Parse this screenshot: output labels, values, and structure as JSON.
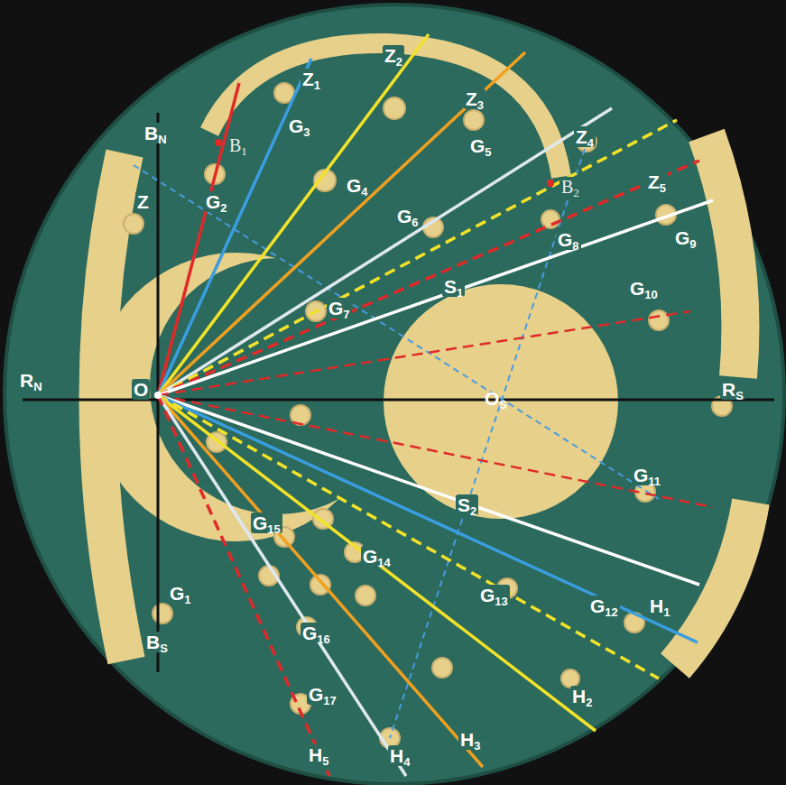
{
  "diagram": {
    "labels": [
      "BN",
      "Z",
      "G2",
      "B1",
      "G3",
      "Z1",
      "Z2",
      "Z3",
      "G5",
      "Z4",
      "G4",
      "G6",
      "B2",
      "Z5",
      "G8",
      "G9",
      "G7",
      "S1",
      "G10",
      "RN",
      "O",
      "OS",
      "RS",
      "S2",
      "G11",
      "G15",
      "G14",
      "G13",
      "G12",
      "H1",
      "G1",
      "G16",
      "G17",
      "BS",
      "H2",
      "H3",
      "H4",
      "H5"
    ]
  }
}
